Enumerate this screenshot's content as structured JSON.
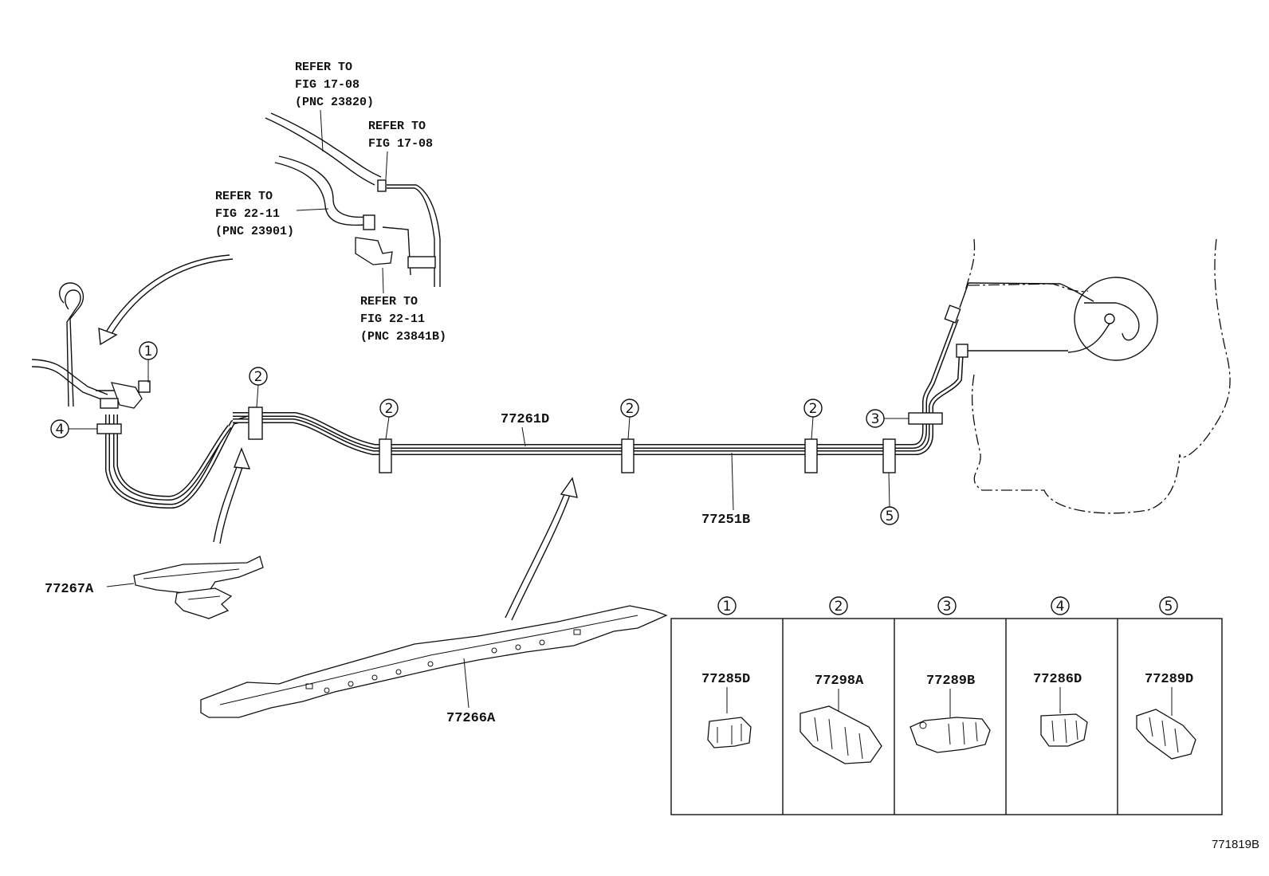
{
  "refer_labels": [
    {
      "lines": [
        "REFER TO",
        "FIG 17-08",
        "(PNC 23820)"
      ]
    },
    {
      "lines": [
        "REFER TO",
        "FIG 17-08"
      ]
    },
    {
      "lines": [
        "REFER TO",
        "FIG 22-11",
        "(PNC 23901)"
      ]
    },
    {
      "lines": [
        "REFER TO",
        "FIG 22-11",
        "(PNC 23841B)"
      ]
    }
  ],
  "part_numbers": {
    "tube_main": "77261D",
    "tube_second": "77251B",
    "protector_left": "77267A",
    "protector_long": "77266A"
  },
  "callouts": {
    "c1": "1",
    "c2": "2",
    "c3": "3",
    "c4": "4",
    "c5": "5"
  },
  "clamp_table": [
    {
      "num": "1",
      "part": "77285D"
    },
    {
      "num": "2",
      "part": "77298A"
    },
    {
      "num": "3",
      "part": "77289B"
    },
    {
      "num": "4",
      "part": "77286D"
    },
    {
      "num": "5",
      "part": "77289D"
    }
  ],
  "figure_id": "771819B"
}
